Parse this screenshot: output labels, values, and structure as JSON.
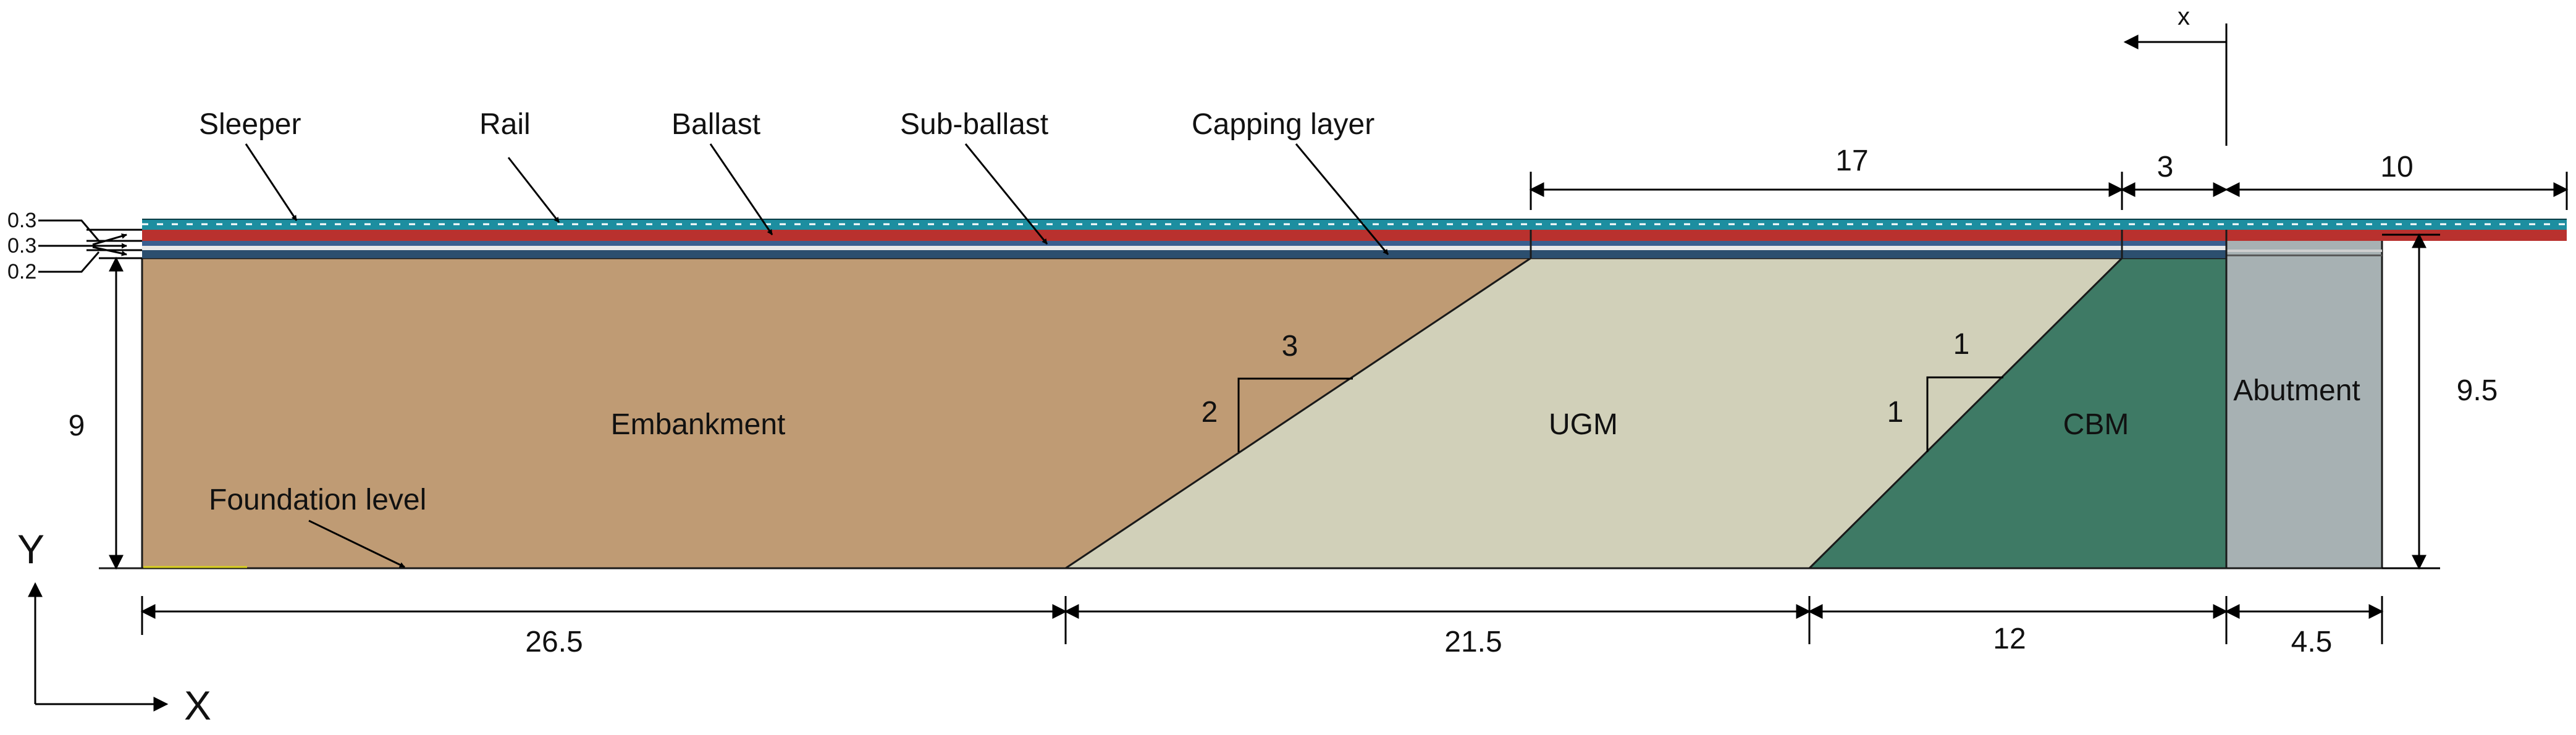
{
  "diagram": {
    "layer_labels": {
      "sleeper": "Sleeper",
      "rail": "Rail",
      "ballast": "Ballast",
      "sub_ballast": "Sub-ballast",
      "capping": "Capping layer"
    },
    "zone_labels": {
      "embankment": "Embankment",
      "ugm": "UGM",
      "cbm": "CBM",
      "abutment": "Abutment"
    },
    "foundation_label": "Foundation level",
    "section_marker": "x",
    "axis_labels": {
      "y": "Y",
      "x": "X"
    },
    "layer_thickness_labels": [
      "0.3",
      "0.3",
      "0.2"
    ],
    "height_labels": {
      "left": "9",
      "right": "9.5"
    },
    "top_dimensions": [
      "17",
      "3",
      "10"
    ],
    "bottom_dimensions": [
      "26.5",
      "21.5",
      "12",
      "4.5"
    ],
    "slopes": {
      "ugm": {
        "run": "3",
        "rise": "2"
      },
      "cbm": {
        "run": "1",
        "rise": "1"
      }
    },
    "colors": {
      "embankment": "#bf9b74",
      "ugm": "#d1d0b9",
      "cbm": "#3e7a65",
      "abutment": "#a7b1b3",
      "rail": "#b9312e",
      "sleeper": "#1d8ea0",
      "ballast": "#3a5f8f",
      "capping": "#2c4f6f"
    }
  }
}
